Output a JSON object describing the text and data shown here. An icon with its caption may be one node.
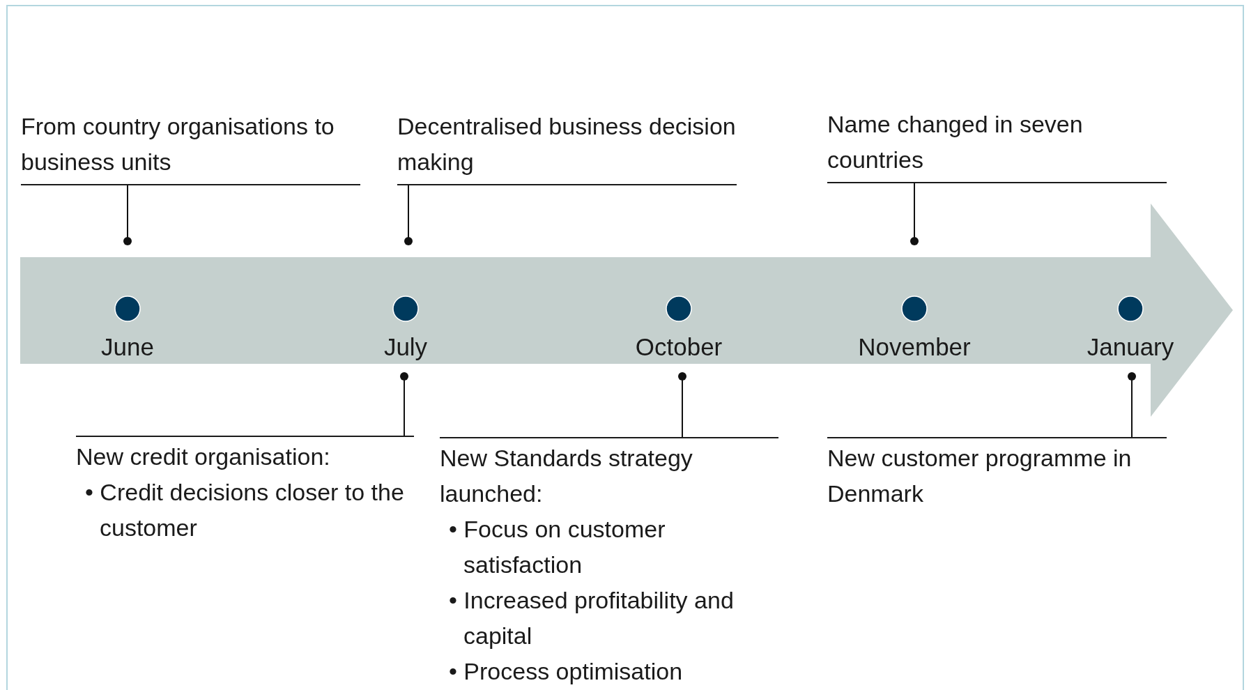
{
  "diagram": {
    "nodes": [
      {
        "text": [],
        "shape": "arrow"
      },
      {
        "text": [
          "From country organisations to business units"
        ]
      },
      {
        "text": [
          "Decentralised business decision making"
        ]
      },
      {
        "text": [
          "Name changed in seven countries"
        ]
      },
      {
        "text": [
          "June"
        ],
        "in": 0
      },
      {
        "text": [
          "July"
        ],
        "in": 0
      },
      {
        "text": [
          "October"
        ],
        "in": 0
      },
      {
        "text": [
          "November"
        ],
        "in": 0
      },
      {
        "text": [
          "January"
        ],
        "in": 0
      },
      {
        "text": [
          "New credit organisation:",
          "• Credit decisions closer to the customer"
        ]
      },
      {
        "text": [
          "New Standards strategy launched:",
          "• Focus on customer satisfaction",
          "• Increased profitability and capital",
          "• Process optimisation"
        ]
      },
      {
        "text": [
          "New customer programme in Denmark"
        ]
      }
    ],
    "edges": [
      {
        "from": 1,
        "to": 4,
        "arrow": "other"
      },
      {
        "from": 2,
        "to": 5,
        "arrow": "other"
      },
      {
        "from": 3,
        "to": 7,
        "arrow": "other"
      },
      {
        "from": 9,
        "to": 5,
        "arrow": "other"
      },
      {
        "from": 10,
        "to": 6,
        "arrow": "other"
      },
      {
        "from": 11,
        "to": 8,
        "arrow": "other"
      }
    ]
  }
}
